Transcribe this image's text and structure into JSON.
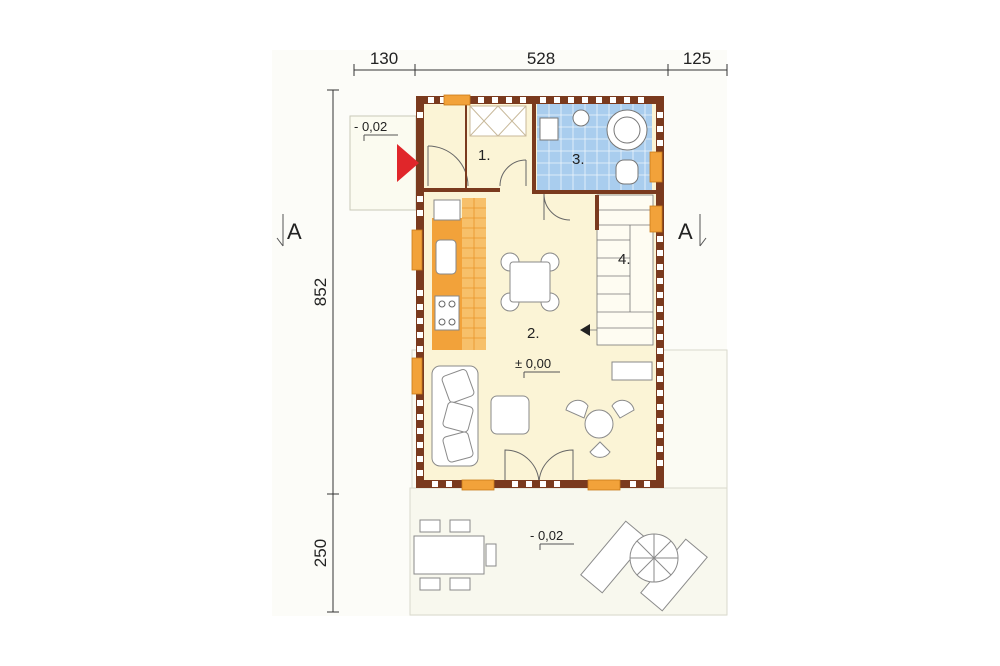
{
  "dimensions": {
    "top": [
      "130",
      "528",
      "125"
    ],
    "left": [
      "852",
      "250"
    ]
  },
  "rooms": [
    "1.",
    "2.",
    "3.",
    "4."
  ],
  "levels": {
    "entrance": "- 0,02",
    "interior": "± 0,00",
    "terrace": "- 0,02"
  },
  "section_marker": "A",
  "colors": {
    "floor": "#fbf4d8",
    "bathroom": "#a8ccec",
    "kitchen": "#f2a23a",
    "wall": "#7a3a1e",
    "window": "#f2a23a",
    "entry_arrow": "#e0262a",
    "terrace": "#fbfbf4"
  }
}
